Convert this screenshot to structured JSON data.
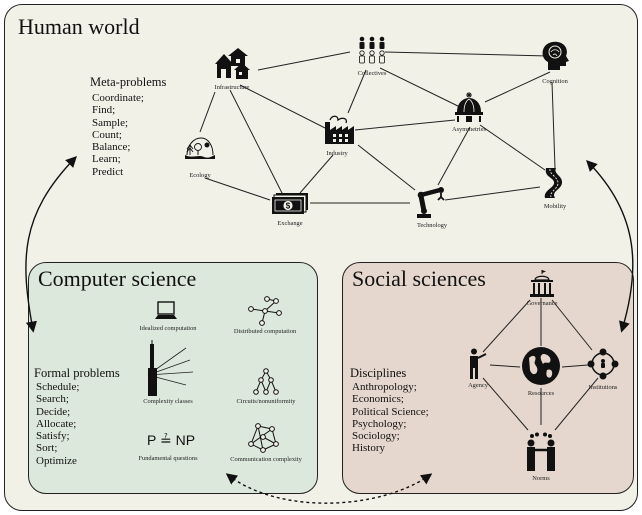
{
  "panels": {
    "human": {
      "title": "Human world",
      "meta_heading": "Meta-problems",
      "meta_items": [
        "Coordinate;",
        "Find;",
        "Sample;",
        "Count;",
        "Balance;",
        "Learn;",
        "Predict"
      ],
      "nodes": {
        "infrastructure": "Infrastructure",
        "collectives": "Collectives",
        "cognition": "Cognition",
        "asymmetries": "Asymmetries",
        "industry": "Industry",
        "ecology": "Ecology",
        "exchange": "Exchange",
        "technology": "Technology",
        "mobility": "Mobility"
      }
    },
    "cs": {
      "title": "Computer science",
      "formal_heading": "Formal problems",
      "formal_items": [
        "Schedule;",
        "Search;",
        "Decide;",
        "Allocate;",
        "Satisfy;",
        "Sort;",
        "Optimize"
      ],
      "icons": {
        "idealized": "Idealized computation",
        "distributed": "Distributed computation",
        "complexity": "Complexity classes",
        "circuits": "Circuits/nonuniformity",
        "pnp": "P ≟ NP",
        "fundamental": "Fundamental questions",
        "communication": "Communication complexity"
      }
    },
    "ss": {
      "title": "Social sciences",
      "disc_heading": "Disciplines",
      "disc_items": [
        "Anthropology;",
        "Economics;",
        "Political Science;",
        "Psychology;",
        "Sociology;",
        "History"
      ],
      "nodes": {
        "governance": "Governance",
        "agency": "Agency",
        "resources": "Resources",
        "institutions": "Institutions",
        "norms": "Norms"
      }
    }
  }
}
